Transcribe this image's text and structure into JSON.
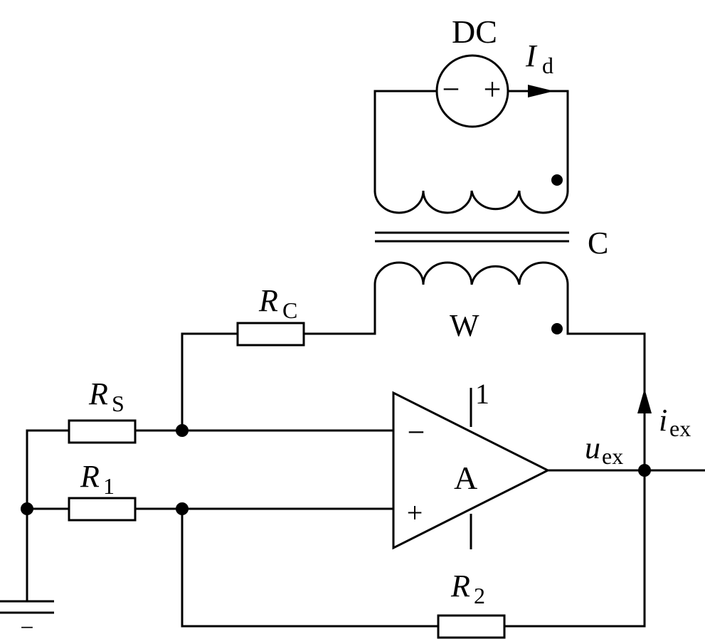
{
  "labels": {
    "dc_source": "DC",
    "dc_minus": "−",
    "dc_plus": "+",
    "current_d_main": "I",
    "current_d_sub": "d",
    "core": "C",
    "winding": "W",
    "rc_main": "R",
    "rc_sub": "C",
    "rs_main": "R",
    "rs_sub": "S",
    "r1_main": "R",
    "r1_sub": "1",
    "r2_main": "R",
    "r2_sub": "2",
    "opamp": "A",
    "opamp_pin": "1",
    "opamp_minus": "−",
    "opamp_plus": "+",
    "uex_main": "u",
    "uex_sub": "ex",
    "iex_main": "i",
    "iex_sub": "ex",
    "ground_mark": "−"
  }
}
